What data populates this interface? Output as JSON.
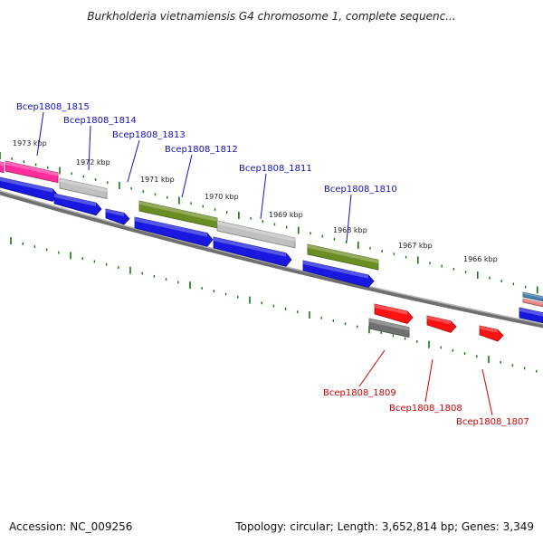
{
  "header": {
    "title": "Burkholderia vietnamiensis G4 chromosome 1, complete sequenc..."
  },
  "footer": {
    "accession": "Accession: NC_009256",
    "summary": "Topology: circular; Length: 3,652,814 bp; Genes: 3,349"
  },
  "colors": {
    "forward_label": "#1010c8",
    "reverse_label": "#cc0000",
    "tick": "#117711",
    "backbone": "#888888",
    "cds_blue": "#1818e0",
    "gene_pink": "#ff2e9c",
    "gene_gray": "#c0c0c0",
    "gene_olive": "#6b8e23",
    "gene_red": "#ff1111",
    "gene_darkgray": "#707070"
  },
  "scale_labels": [
    "1973 kbp",
    "1972 kbp",
    "1971 kbp",
    "1970 kbp",
    "1969 kbp",
    "1968 kbp",
    "1967 kbp",
    "1966 kbp"
  ],
  "forward_genes": [
    "Bcep1808_1815",
    "Bcep1808_1814",
    "Bcep1808_1813",
    "Bcep1808_1812",
    "Bcep1808_1811",
    "Bcep1808_1810"
  ],
  "reverse_genes": [
    "Bcep1808_1809",
    "Bcep1808_1808",
    "Bcep1808_1807"
  ]
}
